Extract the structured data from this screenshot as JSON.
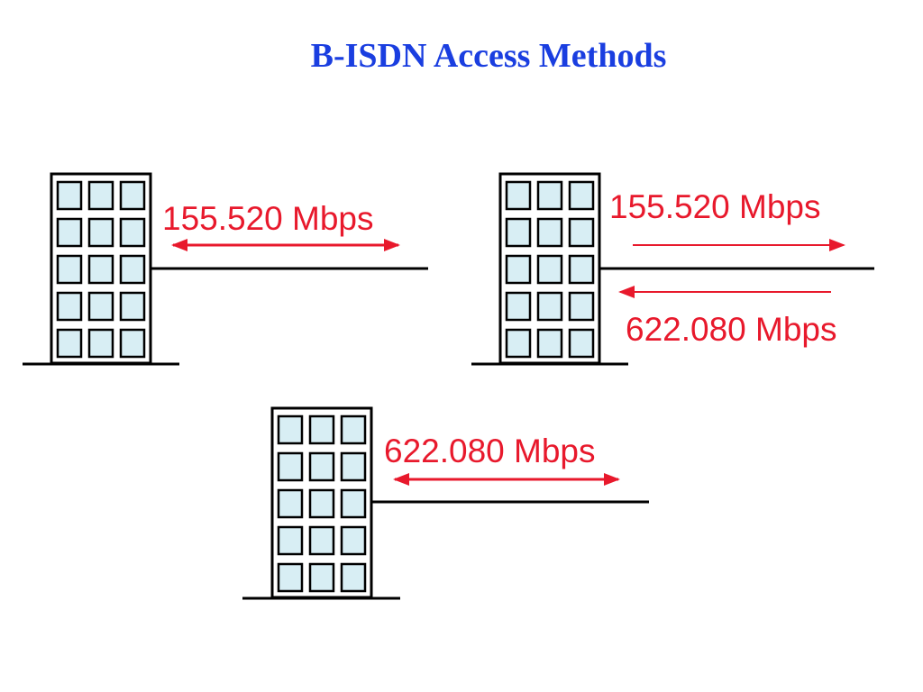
{
  "slide": {
    "title": "B-ISDN Access Methods"
  },
  "colors": {
    "title": "#1a3ee0",
    "rate_label": "#e8192c",
    "arrow": "#e8192c",
    "window_fill": "#d8eef4",
    "line": "#000000"
  },
  "panels": [
    {
      "id": "symmetric-155",
      "type": "bidirectional",
      "rate": "155.520 Mbps"
    },
    {
      "id": "asymmetric",
      "type": "two-way",
      "upstream_rate": "155.520 Mbps",
      "downstream_rate": "622.080 Mbps"
    },
    {
      "id": "symmetric-622",
      "type": "bidirectional",
      "rate": "622.080 Mbps"
    }
  ],
  "icons": {
    "building": "building-icon",
    "arrow_bidirectional": "double-headed-arrow-icon",
    "arrow_right": "arrow-right-icon",
    "arrow_left": "arrow-left-icon"
  }
}
